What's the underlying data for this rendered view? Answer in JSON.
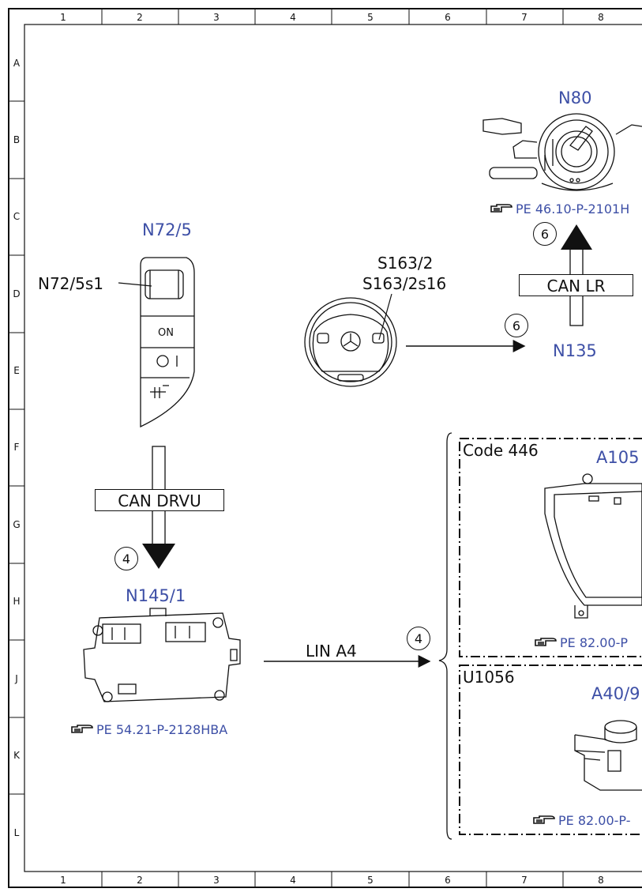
{
  "grid": {
    "columns": [
      "1",
      "2",
      "3",
      "4",
      "5",
      "6",
      "7",
      "8"
    ],
    "rows": [
      "A",
      "B",
      "C",
      "D",
      "E",
      "F",
      "G",
      "H",
      "J",
      "K",
      "L"
    ]
  },
  "components": {
    "n80": {
      "label": "N80",
      "ref": "PE 46.10-P-2101H"
    },
    "n72_5": {
      "label": "N72/5",
      "callout": "N72/5s1",
      "on_label": "ON"
    },
    "s163": {
      "label1": "S163/2",
      "label2": "S163/2s16"
    },
    "n135": {
      "label": "N135"
    },
    "n145_1": {
      "label": "N145/1",
      "ref": "PE 54.21-P-2128HBA"
    },
    "a105": {
      "label": "A105",
      "ref": "PE 82.00-P"
    },
    "a40": {
      "label": "A40/9",
      "ref": "PE 82.00-P-"
    }
  },
  "buses": {
    "can_lr": "CAN LR",
    "can_drvu": "CAN DRVU",
    "lin_a4": "LIN A4"
  },
  "connections": {
    "c6_top": "6",
    "c6_mid": "6",
    "c4_left": "4",
    "c4_mid": "4"
  },
  "codes": {
    "code446": "Code 446",
    "u1056": "U1056"
  },
  "colors": {
    "label_blue": "#3d4fa6",
    "line": "#111111"
  }
}
